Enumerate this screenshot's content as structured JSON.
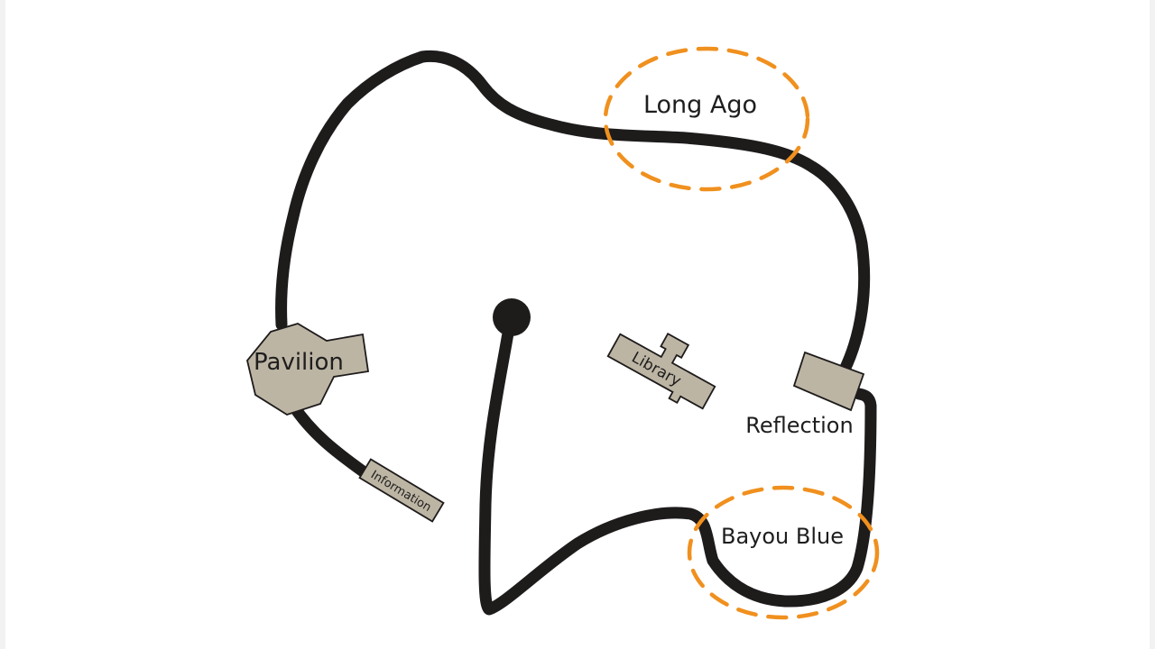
{
  "map": {
    "colors": {
      "path": "#1e1b1b",
      "building": "#bdb5a4",
      "zone_outline": "#f0901e",
      "text": "#1e1e1e"
    },
    "buildings": [
      {
        "id": "pavilion",
        "label": "Pavilion"
      },
      {
        "id": "information",
        "label": "Information"
      },
      {
        "id": "library",
        "label": "Library"
      },
      {
        "id": "reflection",
        "label": "Reflection"
      }
    ],
    "zones": [
      {
        "id": "long-ago",
        "label": "Long Ago"
      },
      {
        "id": "bayou-blue",
        "label": "Bayou Blue"
      }
    ],
    "start_marker": "start-dot-icon"
  }
}
